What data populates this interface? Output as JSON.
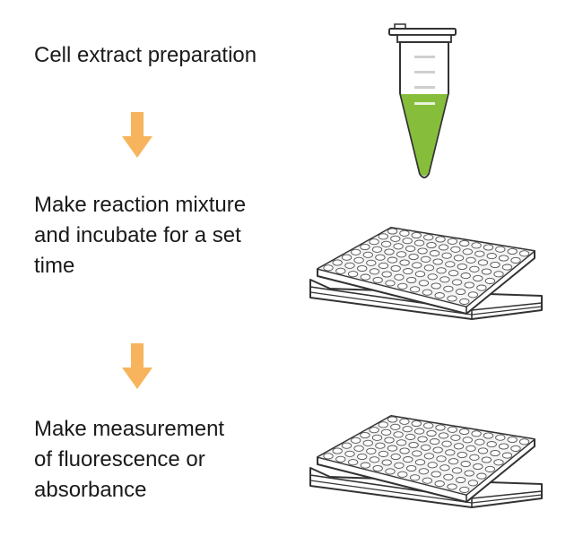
{
  "steps": [
    {
      "lines": [
        "Cell extract preparation"
      ]
    },
    {
      "lines": [
        "Make reaction mixture",
        "and incubate for a set",
        "time"
      ]
    },
    {
      "lines": [
        "Make measurement",
        "of fluorescence or",
        "absorbance"
      ]
    }
  ],
  "icons": {
    "step1": "microcentrifuge-tube-icon",
    "step2": "well-plate-icon",
    "step3": "well-plate-icon",
    "connector": "arrow-down-icon"
  },
  "colors": {
    "arrow": "#f8b45c",
    "tube_liquid": "#86be3c",
    "outline": "#333333",
    "text": "#1a1a1a"
  }
}
